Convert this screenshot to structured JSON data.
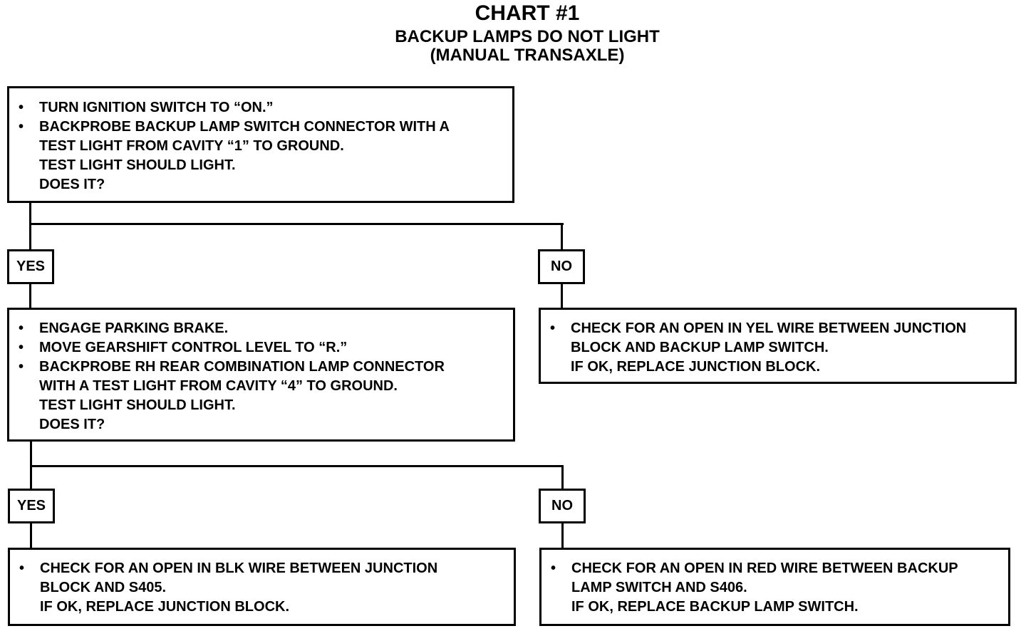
{
  "title": "CHART #1",
  "subtitle_line1": "BACKUP LAMPS DO NOT LIGHT",
  "subtitle_line2": "(MANUAL TRANSAXLE)",
  "step1": {
    "bullets": [
      "TURN IGNITION SWITCH TO “ON.”",
      "BACKPROBE BACKUP LAMP SWITCH CONNECTOR WITH A\nTEST LIGHT FROM CAVITY “1” TO GROUND."
    ],
    "result": "TEST LIGHT SHOULD LIGHT.",
    "question": "DOES IT?"
  },
  "branch1": {
    "yes": "YES",
    "no": "NO"
  },
  "step1_no": {
    "bullets": [
      "CHECK FOR AN OPEN IN YEL WIRE BETWEEN JUNCTION\nBLOCK AND BACKUP LAMP SWITCH."
    ],
    "result": "IF OK, REPLACE JUNCTION BLOCK."
  },
  "step2": {
    "bullets": [
      "ENGAGE PARKING BRAKE.",
      "MOVE GEARSHIFT CONTROL LEVEL TO “R.”",
      "BACKPROBE RH REAR COMBINATION LAMP CONNECTOR\nWITH A TEST LIGHT FROM CAVITY “4” TO GROUND."
    ],
    "result": "TEST LIGHT SHOULD LIGHT.",
    "question": "DOES IT?"
  },
  "branch2": {
    "yes": "YES",
    "no": "NO"
  },
  "step2_yes": {
    "bullets": [
      "CHECK FOR AN OPEN IN BLK WIRE BETWEEN JUNCTION\nBLOCK AND S405."
    ],
    "result": "IF OK, REPLACE JUNCTION BLOCK."
  },
  "step2_no": {
    "bullets": [
      "CHECK FOR AN OPEN IN RED WIRE BETWEEN BACKUP\nLAMP SWITCH AND S406."
    ],
    "result": "IF OK, REPLACE BACKUP LAMP SWITCH."
  }
}
